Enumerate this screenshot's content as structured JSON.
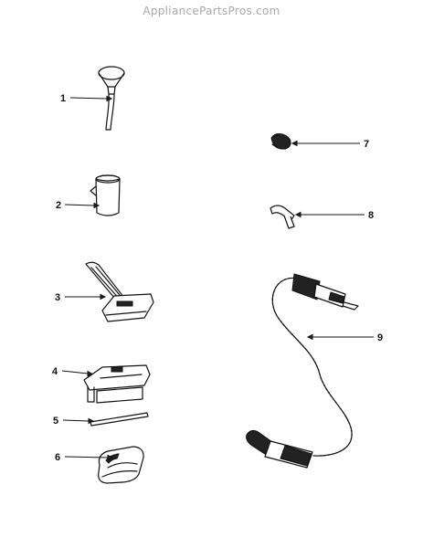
{
  "watermark": "AppliancePartsPros.com",
  "callouts": [
    {
      "id": "1",
      "label": "1"
    },
    {
      "id": "2",
      "label": "2"
    },
    {
      "id": "3",
      "label": "3"
    },
    {
      "id": "4",
      "label": "4"
    },
    {
      "id": "5",
      "label": "5"
    },
    {
      "id": "6",
      "label": "6"
    },
    {
      "id": "7",
      "label": "7"
    },
    {
      "id": "8",
      "label": "8"
    },
    {
      "id": "9",
      "label": "9"
    }
  ],
  "parts": [
    {
      "callout": "1",
      "icon": "funnel-icon"
    },
    {
      "callout": "2",
      "icon": "measuring-cup-icon"
    },
    {
      "callout": "3",
      "icon": "tool-attachment-icon"
    },
    {
      "callout": "4",
      "icon": "squeegee-frame-icon"
    },
    {
      "callout": "5",
      "icon": "squeegee-blade-icon"
    },
    {
      "callout": "6",
      "icon": "brush-icon"
    },
    {
      "callout": "7",
      "icon": "small-nozzle-icon"
    },
    {
      "callout": "8",
      "icon": "elbow-connector-icon"
    },
    {
      "callout": "9",
      "icon": "hose-assembly-icon"
    }
  ]
}
